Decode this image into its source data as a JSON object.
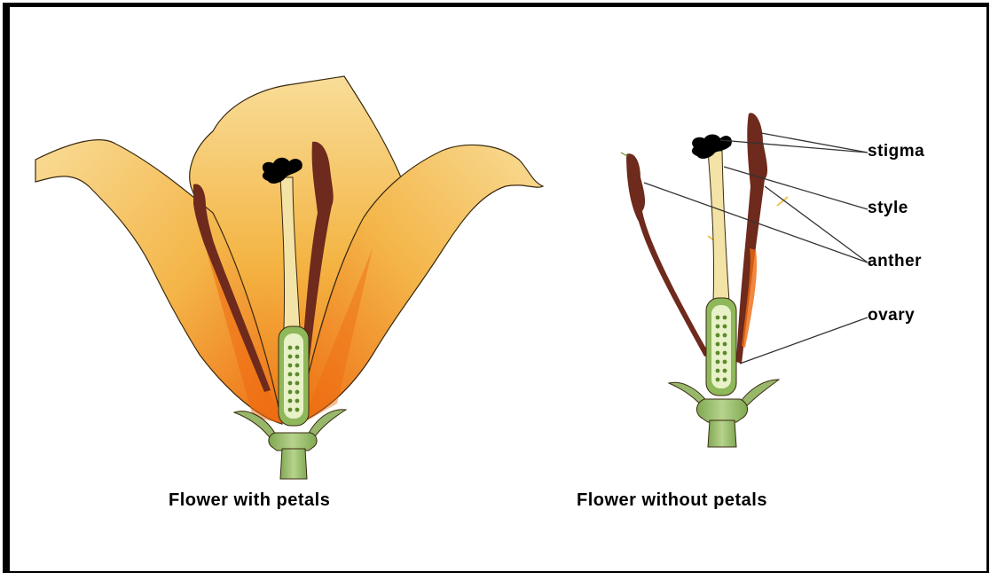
{
  "captions": {
    "with_petals": "Flower with petals",
    "without_petals": "Flower without petals"
  },
  "labels": {
    "stigma": "stigma",
    "style": "style",
    "anther": "anther",
    "ovary": "ovary"
  },
  "colors": {
    "petal_light": "#f7d88f",
    "petal_orange": "#f3a030",
    "petal_deep": "#ee6a10",
    "anther": "#6e2a1c",
    "stigma": "#000000",
    "style": "#f4e3a6",
    "ovary_green": "#8eb85a",
    "stem_green": "#97b86a",
    "leader_line": "#333333"
  }
}
